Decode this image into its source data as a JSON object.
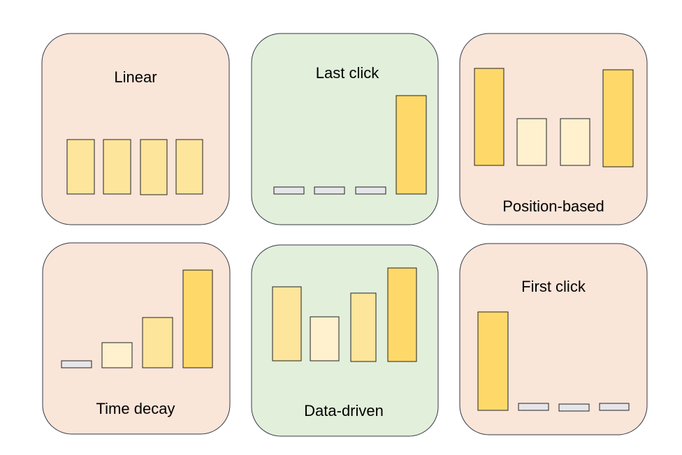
{
  "colors": {
    "background": "#ffffff",
    "panel_warm": "#fae5d9",
    "panel_green": "#e2efdb",
    "panel_stroke": "#333844",
    "bar_low": "#e6e6ea",
    "bar_light": "#fff1cd",
    "bar_medium": "#fee59c",
    "bar_strong": "#fed96a",
    "bar_stroke": "#222222"
  },
  "panels": [
    {
      "label": "Linear",
      "fill": "warm",
      "credit_levels": [
        "medium",
        "medium",
        "medium",
        "medium"
      ]
    },
    {
      "label": "Last click",
      "fill": "green",
      "credit_levels": [
        "low",
        "low",
        "low",
        "strong"
      ]
    },
    {
      "label": "Position-based",
      "fill": "warm",
      "credit_levels": [
        "strong",
        "light",
        "light",
        "strong"
      ]
    },
    {
      "label": "Time decay",
      "fill": "warm",
      "credit_levels": [
        "low",
        "light",
        "medium",
        "strong"
      ]
    },
    {
      "label": "Data-driven",
      "fill": "green",
      "credit_levels": [
        "medium",
        "light",
        "medium",
        "strong"
      ]
    },
    {
      "label": "First click",
      "fill": "warm",
      "credit_levels": [
        "strong",
        "low",
        "low",
        "low"
      ]
    }
  ]
}
